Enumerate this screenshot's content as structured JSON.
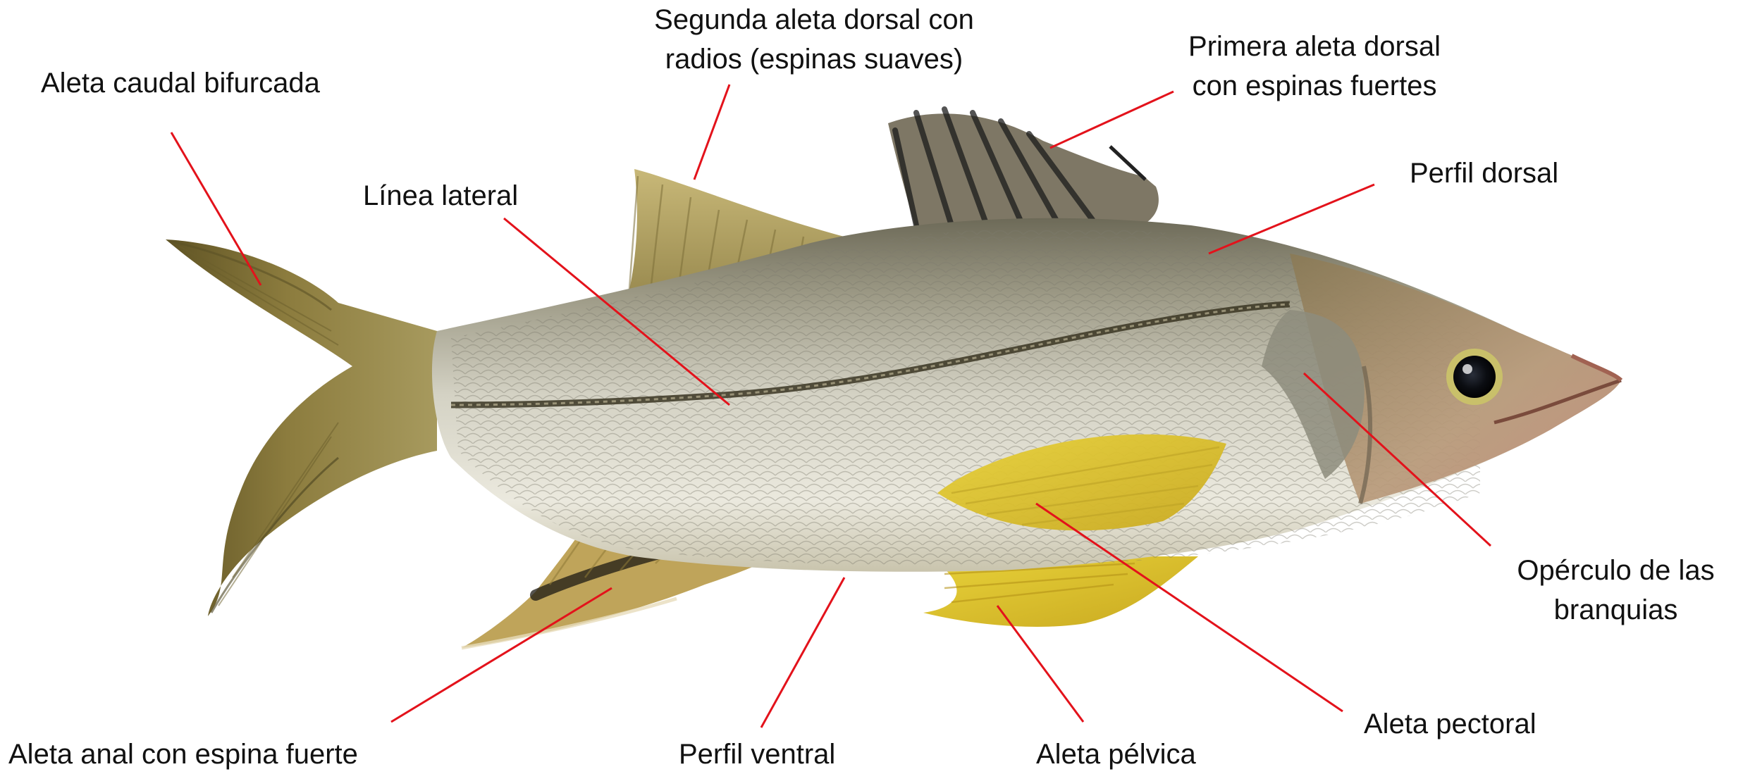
{
  "colors": {
    "leader_line": "#e3121b",
    "label_text": "#111111",
    "background": "#ffffff"
  },
  "labels": {
    "caudal_fin": [
      "Aleta caudal bifurcada"
    ],
    "second_dorsal_fin": [
      "Segunda aleta dorsal con",
      "radios (espinas suaves)"
    ],
    "first_dorsal_fin": [
      "Primera aleta dorsal",
      "con espinas fuertes"
    ],
    "lateral_line": [
      "Línea lateral"
    ],
    "dorsal_profile": [
      "Perfil dorsal"
    ],
    "operculum": [
      "Opérculo de las",
      "branquias"
    ],
    "pectoral_fin": [
      "Aleta pectoral"
    ],
    "pelvic_fin": [
      "Aleta pélvica"
    ],
    "ventral_profile": [
      "Perfil ventral"
    ],
    "anal_fin": [
      "Aleta anal con espina fuerte"
    ]
  }
}
